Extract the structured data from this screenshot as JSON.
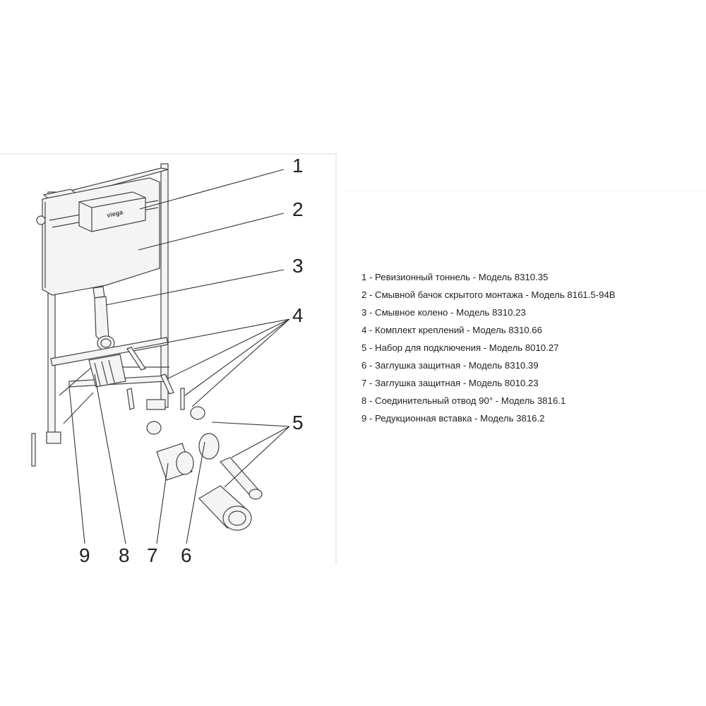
{
  "brand_logo": "viega",
  "callouts": [
    "1",
    "2",
    "3",
    "4",
    "5",
    "6",
    "7",
    "8",
    "9"
  ],
  "legend": [
    "1 - Ревизионный тоннель - Модель 8310.35",
    "2 - Смывной бачок скрытого монтажа - Модель 8161.5-94В",
    "3 - Смывное колено - Модель 8310.23",
    "4 - Комплект креплений - Модель 8310.66",
    "5 - Набор для подключения - Модель 8010.27",
    "6 - Заглушка защитная - Модель 8310.39",
    "7 - Заглушка защитная - Модель 8010.23",
    "8 - Соединительный отвод 90° - Модель 3816.1",
    "9 - Редукционная вставка - Модель 3816.2"
  ],
  "colors": {
    "line": "#444444",
    "text": "#222222",
    "background": "#ffffff"
  }
}
